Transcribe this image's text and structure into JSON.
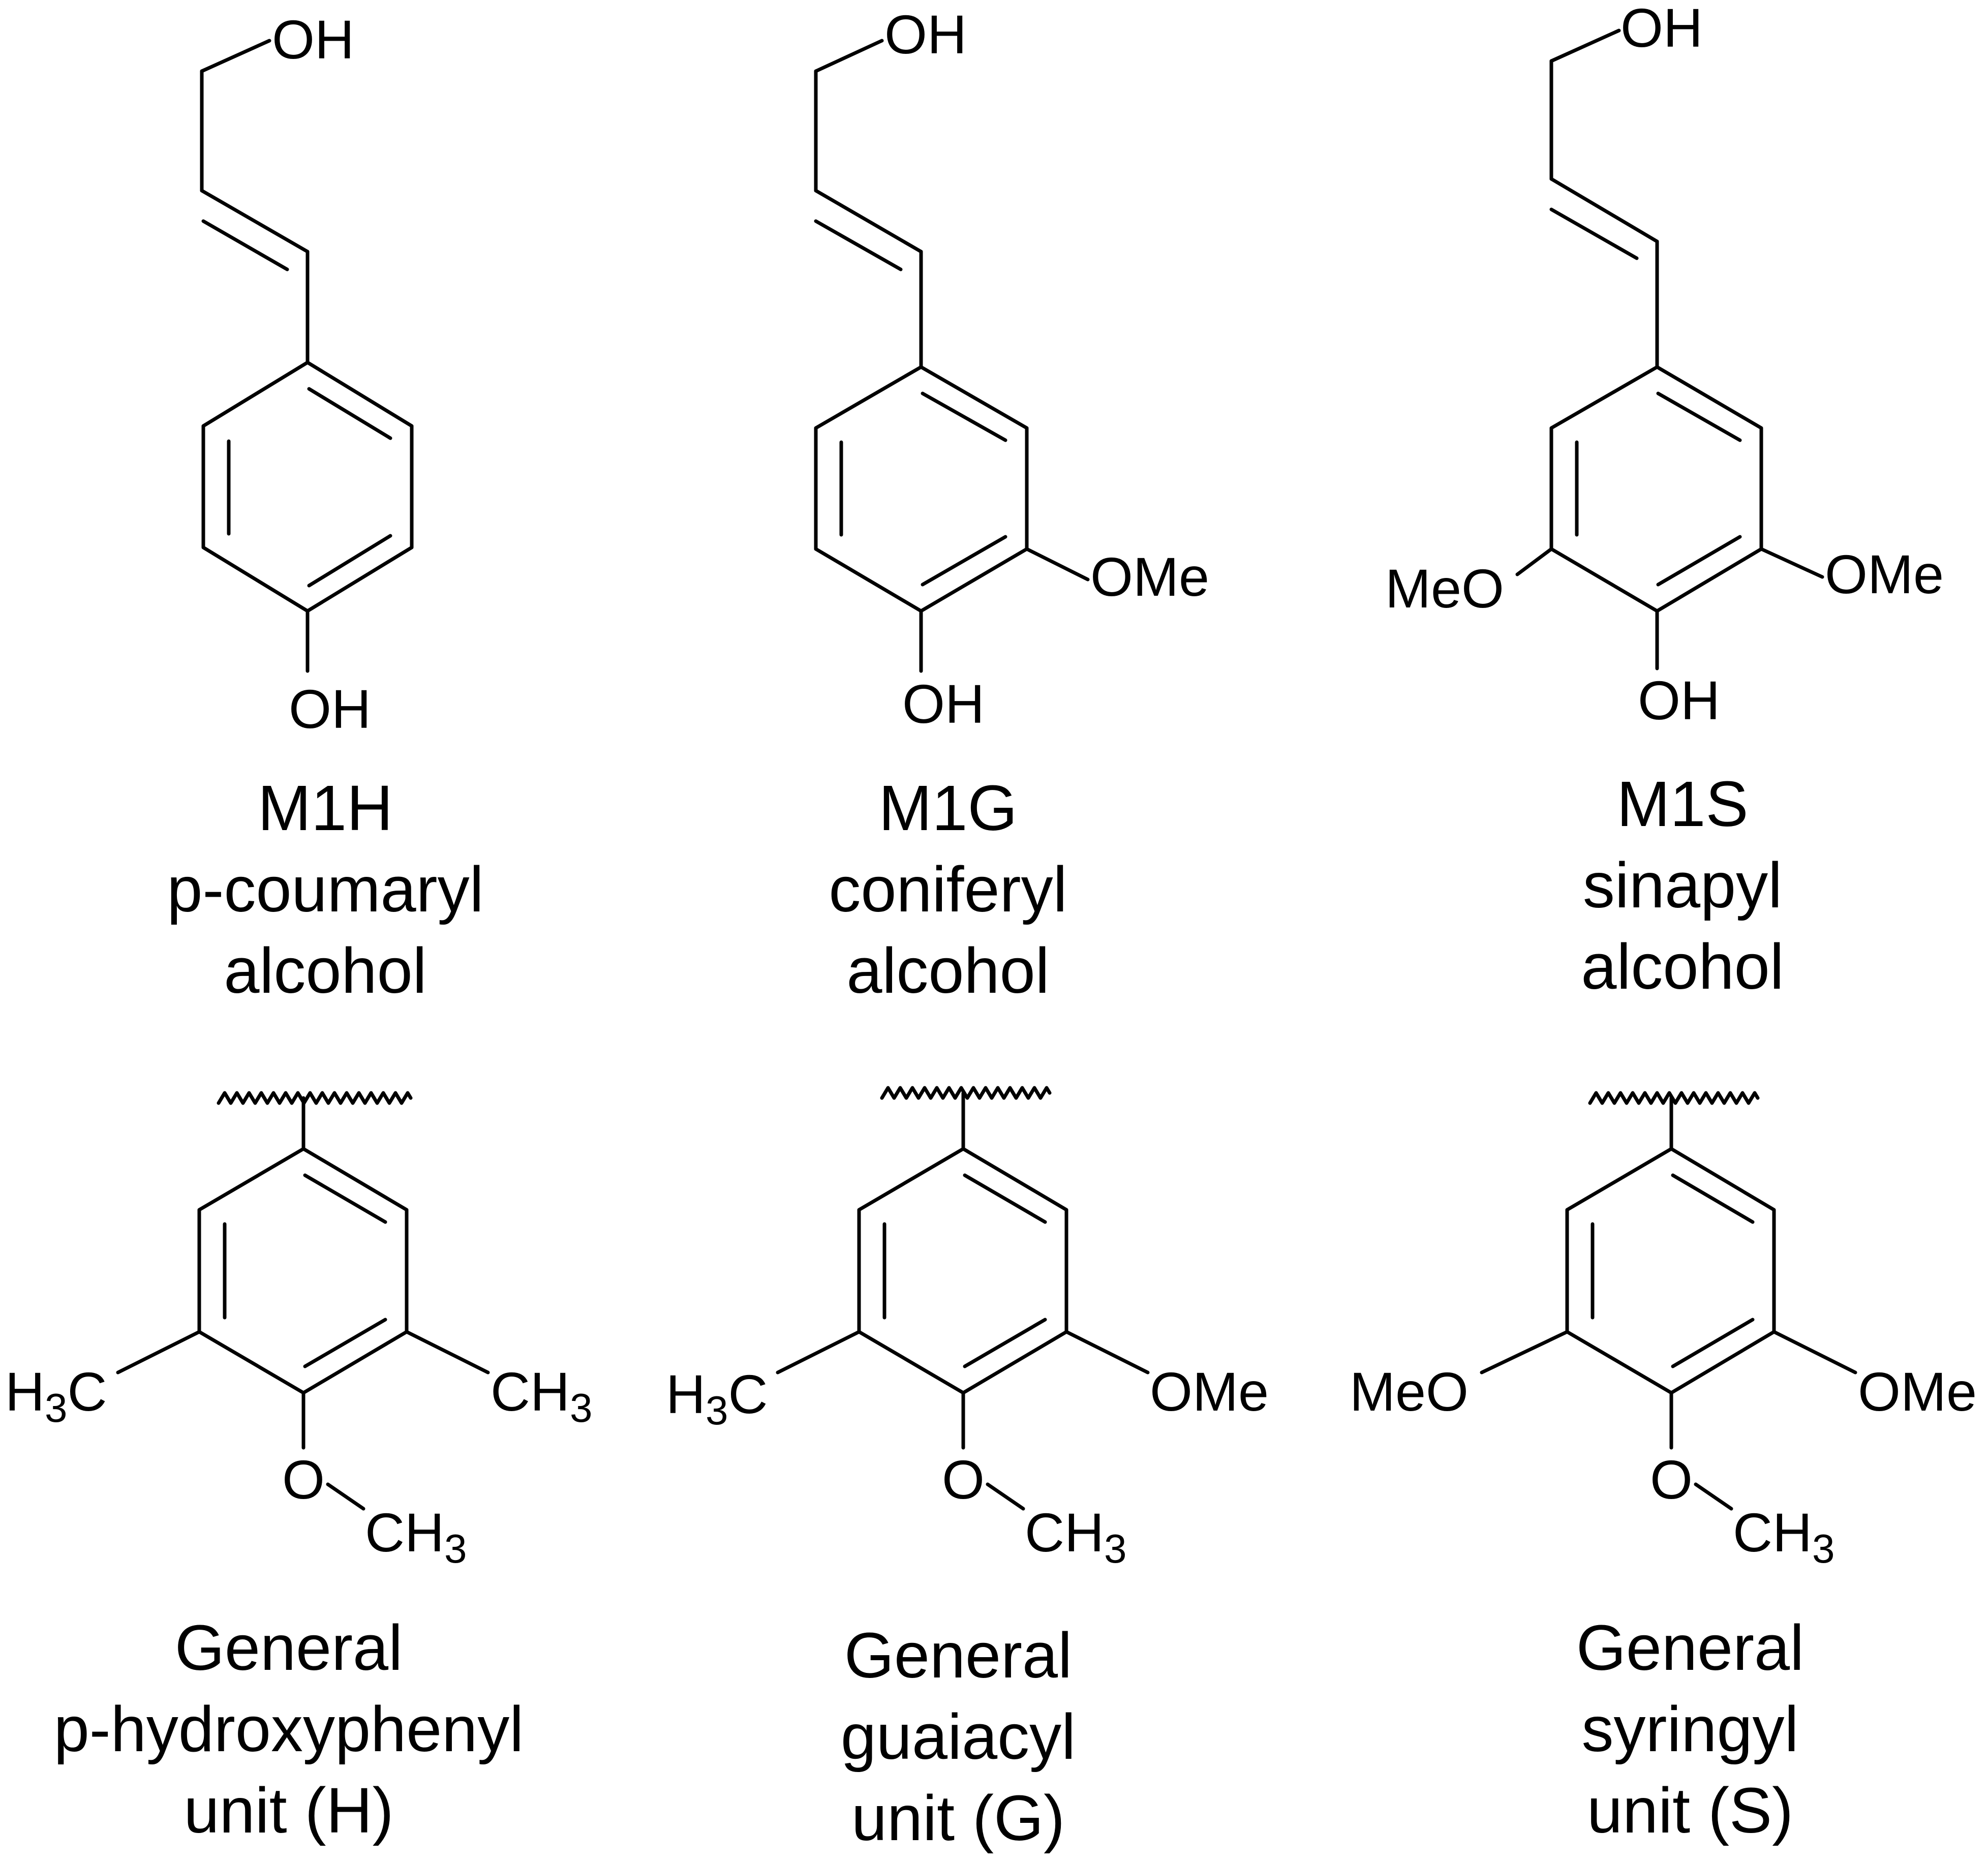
{
  "compounds": [
    {
      "id": "M1H",
      "code": "M1H",
      "name_line1": "p-coumaryl",
      "name_line2": "alcohol",
      "top_oh": "OH",
      "para_oh": "OH"
    },
    {
      "id": "M1G",
      "code": "M1G",
      "name_line1": "coniferyl",
      "name_line2": "alcohol",
      "top_oh": "OH",
      "para_oh": "OH",
      "right_sub": "OMe"
    },
    {
      "id": "M1S",
      "code": "M1S",
      "name_line1": "sinapyl",
      "name_line2": "alcohol",
      "top_oh": "OH",
      "para_oh": "OH",
      "left_sub": "MeO",
      "right_sub": "OMe"
    }
  ],
  "units": [
    {
      "id": "H",
      "line1": "General",
      "line2": "p-hydroxyphenyl",
      "line3": "unit (H)",
      "left_main": "H",
      "left_sub": "3",
      "left_tail": "C",
      "right_main": "CH",
      "right_sub": "3",
      "o_label": "O",
      "ch3_main": "CH",
      "ch3_sub": "3"
    },
    {
      "id": "G",
      "line1": "General",
      "line2": "guaiacyl",
      "line3": "unit (G)",
      "left_main": "H",
      "left_sub": "3",
      "left_tail": "C",
      "right_main": "OMe",
      "o_label": "O",
      "ch3_main": "CH",
      "ch3_sub": "3"
    },
    {
      "id": "S",
      "line1": "General",
      "line2": "syringyl",
      "line3": "unit (S)",
      "left_main": "MeO",
      "right_main": "OMe",
      "o_label": "O",
      "ch3_main": "CH",
      "ch3_sub": "3"
    }
  ]
}
